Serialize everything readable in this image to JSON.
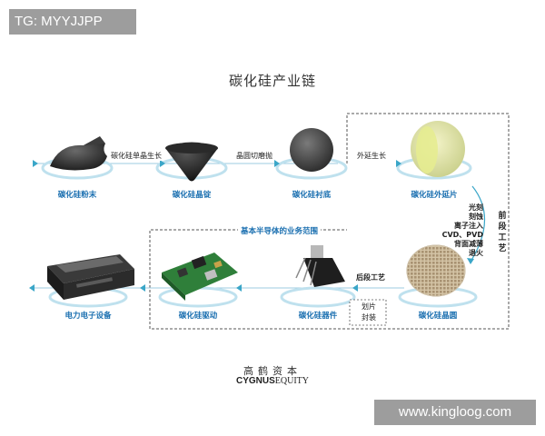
{
  "watermarks": {
    "top_left": "TG: MYYJJPP",
    "bottom_right": "www.kingloog.com"
  },
  "title": "碳化硅产业链",
  "nodes": {
    "powder": "碳化硅粉末",
    "ingot": "碳化硅晶锭",
    "substrate": "碳化硅衬底",
    "epi": "碳化硅外延片",
    "wafer": "碳化硅晶圆",
    "device": "碳化硅器件",
    "module": "碳化硅驱动",
    "power": "电力电子设备"
  },
  "steps": {
    "crystal_growth": "碳化硅单晶生长",
    "cut_polish": "晶圆切磨抛",
    "epi_growth": "外延生长",
    "back_end": "后段工艺",
    "dice": "划片",
    "package": "封装"
  },
  "front_end": {
    "label": "前段工艺",
    "processes": [
      "光刻",
      "刻蚀",
      "离子注入",
      "CVD、PVD",
      "背面减薄",
      "退火"
    ]
  },
  "scope_label": "基本半导体的业务范围",
  "logo": {
    "cn": "高鹤资本",
    "en_bold": "CYGNUS",
    "en_rest": "EQUITY"
  },
  "colors": {
    "accent": "#1a6fb0",
    "dashed": "#555555",
    "arrow": "#3aa6c8"
  }
}
